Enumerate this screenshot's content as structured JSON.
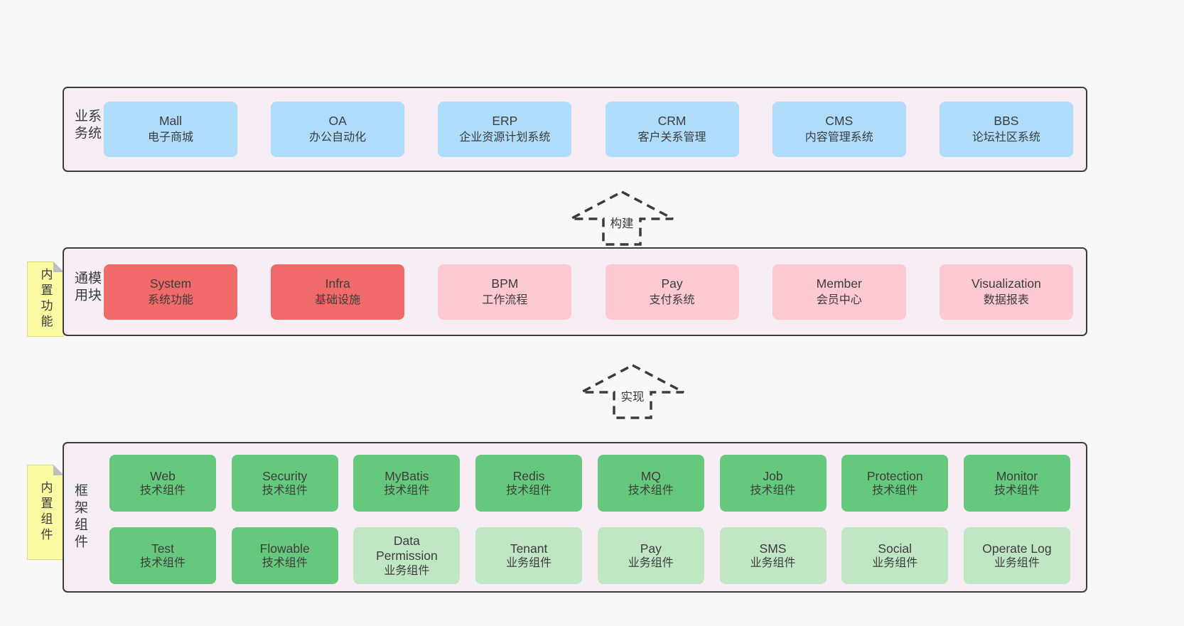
{
  "colors": {
    "page_bg": "#f8f8f8",
    "panel_bg": "#f6edf5",
    "panel_border": "#3c3c3c",
    "blue_box": "#aedcfa",
    "red_box": "#f06a6a",
    "pink_box": "#fcc9d3",
    "green_box": "#66c87c",
    "light_green_box": "#c0e6c4",
    "sticky_bg": "#fafaa2",
    "text": "#3d3d3d"
  },
  "panels": {
    "business": {
      "label": "业务系统",
      "boxes": [
        {
          "title": "Mall",
          "subtitle": "电子商城"
        },
        {
          "title": "OA",
          "subtitle": "办公自动化"
        },
        {
          "title": "ERP",
          "subtitle": "企业资源计划系统"
        },
        {
          "title": "CRM",
          "subtitle": "客户关系管理"
        },
        {
          "title": "CMS",
          "subtitle": "内容管理系统"
        },
        {
          "title": "BBS",
          "subtitle": "论坛社区系统"
        }
      ]
    },
    "modules": {
      "label": "通用模块",
      "sticky": "内置功能",
      "boxes": [
        {
          "title": "System",
          "subtitle": "系统功能"
        },
        {
          "title": "Infra",
          "subtitle": "基础设施"
        },
        {
          "title": "BPM",
          "subtitle": "工作流程"
        },
        {
          "title": "Pay",
          "subtitle": "支付系统"
        },
        {
          "title": "Member",
          "subtitle": "会员中心"
        },
        {
          "title": "Visualization",
          "subtitle": "数据报表"
        }
      ]
    },
    "components": {
      "label": "框架组件",
      "sticky": "内置组件",
      "row1": [
        {
          "title": "Web",
          "subtitle": "技术组件"
        },
        {
          "title": "Security",
          "subtitle": "技术组件"
        },
        {
          "title": "MyBatis",
          "subtitle": "技术组件"
        },
        {
          "title": "Redis",
          "subtitle": "技术组件"
        },
        {
          "title": "MQ",
          "subtitle": "技术组件"
        },
        {
          "title": "Job",
          "subtitle": "技术组件"
        },
        {
          "title": "Protection",
          "subtitle": "技术组件"
        },
        {
          "title": "Monitor",
          "subtitle": "技术组件"
        }
      ],
      "row2": [
        {
          "title": "Test",
          "subtitle": "技术组件"
        },
        {
          "title": "Flowable",
          "subtitle": "技术组件"
        },
        {
          "title": "Data\nPermission",
          "subtitle": "业务组件"
        },
        {
          "title": "Tenant",
          "subtitle": "业务组件"
        },
        {
          "title": "Pay",
          "subtitle": "业务组件"
        },
        {
          "title": "SMS",
          "subtitle": "业务组件"
        },
        {
          "title": "Social",
          "subtitle": "业务组件"
        },
        {
          "title": "Operate Log",
          "subtitle": "业务组件"
        }
      ]
    }
  },
  "arrows": {
    "build": "构建",
    "implement": "实现"
  }
}
